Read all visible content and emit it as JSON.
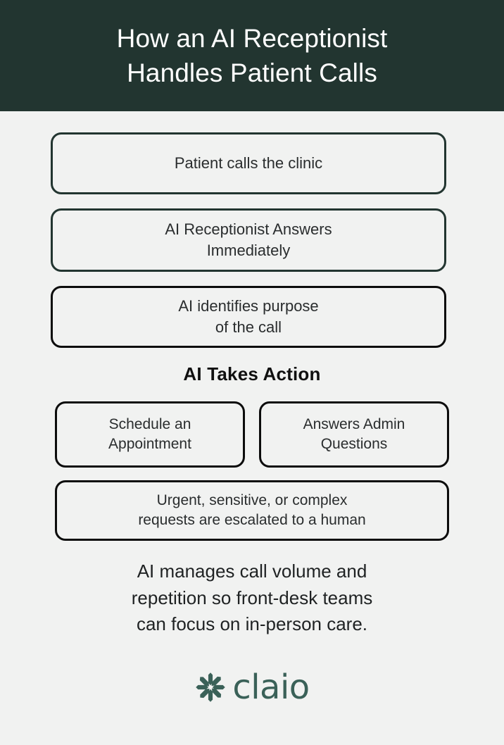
{
  "theme": {
    "header_bg": "#223530",
    "page_bg": "#f1f2f1",
    "border_green": "#223530",
    "border_black": "#0c0c0c",
    "text_dark": "#2a2d2e",
    "brand_green": "#3a6158",
    "header_text": "#ffffff"
  },
  "header": {
    "title": "How an AI Receptionist\nHandles Patient Calls"
  },
  "flow": {
    "steps": [
      {
        "id": "step-1",
        "label": "Patient calls the clinic",
        "border": "green"
      },
      {
        "id": "step-2",
        "label": "AI Receptionist Answers\nImmediately",
        "border": "green"
      },
      {
        "id": "step-3",
        "label": "AI identifies purpose\nof the call",
        "border": "black"
      }
    ],
    "action_heading": "AI Takes Action",
    "actions": [
      {
        "id": "action-schedule",
        "label": "Schedule an\nAppointment",
        "border": "black"
      },
      {
        "id": "action-admin",
        "label": "Answers Admin\nQuestions",
        "border": "black"
      }
    ],
    "escalation": {
      "label": "Urgent, sensitive, or complex\nrequests are escalated to a human",
      "border": "black"
    }
  },
  "summary": {
    "text": "AI manages call volume and\nrepetition so front-desk teams\ncan focus on in-person care."
  },
  "logo": {
    "icon": "starburst-asterisk-icon",
    "wordmark": "claio"
  }
}
